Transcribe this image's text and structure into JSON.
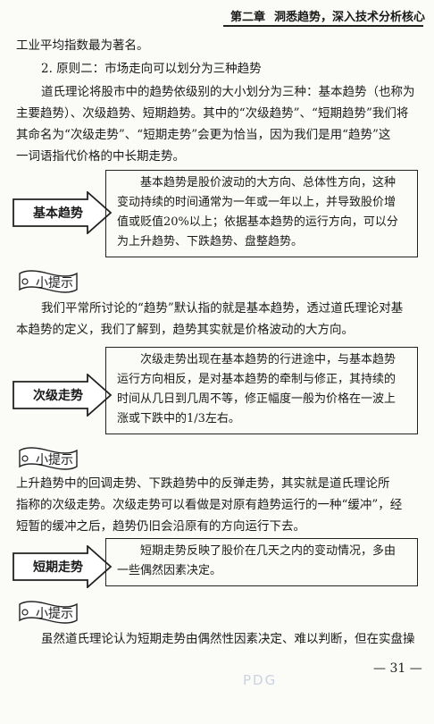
{
  "header": {
    "chapter": "第二章",
    "title": "洞悉趋势，深入技术分析核心"
  },
  "para_top": "工业平均指数最为著名。",
  "subheading": "2. 原则二：市场走向可以划分为三种趋势",
  "intro_lines": [
    "道氏理论将股市中的趋势依级别的大小划分为三种：基本趋势（也称为",
    "主要趋势）、次级趋势、短期趋势。其中的“次级趋势”、“短期趋势”我们将",
    "其命名为“次级走势”、“短期走势”会更为恰当，因为我们是用“趋势”这",
    "一词语指代价格的中长期走势。"
  ],
  "section1": {
    "label": "基本趋势",
    "box_lines": [
      "基本趋势是股价波动的大方向、总体性方向，这种",
      "变动持续的时间通常为一年或一年以上，并导致股价增",
      "值或贬值20%以上；依据基本趋势的运行方向，可以分",
      "为上升趋势、下跌趋势、盘整趋势。"
    ]
  },
  "hint_label": "小提示",
  "hint1_lines": [
    "我们平常所讨论的“趋势”默认指的就是基本趋势，透过道氏理论对基",
    "本趋势的定义，我们了解到，趋势其实就是价格波动的大方向。"
  ],
  "section2": {
    "label": "次级走势",
    "box_lines": [
      "次级走势出现在基本趋势的行进途中，与基本趋势",
      "运行方向相反，是对基本趋势的牵制与修正，其持续的",
      "时间从几日到几周不等，修正幅度一般为价格在一波上",
      "涨或下跌中的1/3左右。"
    ]
  },
  "hint2_lines": [
    "上升趋势中的回调走势、下跌趋势中的反弹走势，其实就是道氏理论所",
    "指称的次级走势。次级走势可以看做是对原有趋势运行的一种“缓冲”，经",
    "短暂的缓冲之后，趋势仍旧会沿原有的方向运行下去。"
  ],
  "section3": {
    "label": "短期走势",
    "box_lines": [
      "短期走势反映了股价在几天之内的变动情况，多由",
      "一些偶然因素决定。"
    ]
  },
  "hint3_lines": [
    "虽然道氏理论认为短期走势由偶然性因素决定、难以判断，但在实盘操"
  ],
  "page_number": "— 31 —",
  "watermark": "PDG"
}
